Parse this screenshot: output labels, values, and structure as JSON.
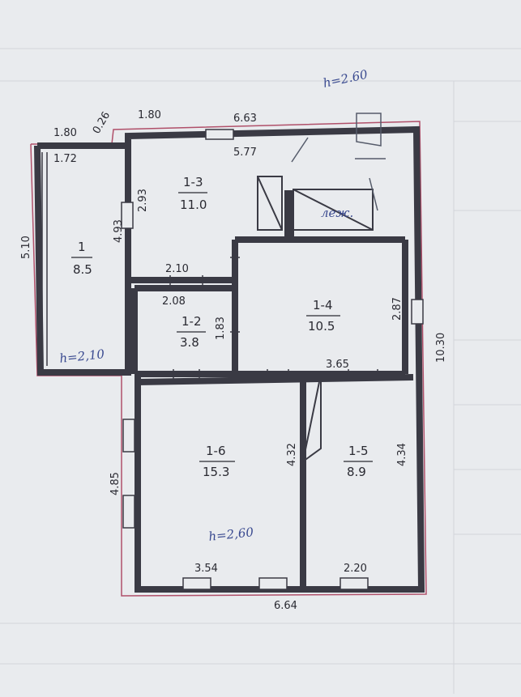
{
  "header_note": "h=2.60",
  "outer_dims": {
    "top_left_1": "1.80",
    "top_left_2": "0.26",
    "top_hand": "1.80",
    "top_right": "6.63",
    "left": "5.10",
    "right": "10.30",
    "bottom": "6.64",
    "left_lower": "4.85"
  },
  "rooms": [
    {
      "id": "1",
      "area": "8.5"
    },
    {
      "id": "1-2",
      "area": "3.8"
    },
    {
      "id": "1-3",
      "area": "11.0"
    },
    {
      "id": "1-4",
      "area": "10.5"
    },
    {
      "id": "1-5",
      "area": "8.9"
    },
    {
      "id": "1-6",
      "area": "15.3"
    }
  ],
  "inner_dims": {
    "r1_width": "1.72",
    "r1_height": "4.93",
    "r13_width": "5.77",
    "r13_height": "2.93",
    "r13_bottom": "2.10",
    "r12_width": "2.08",
    "r12_height": "1.83",
    "r14_height": "2.87",
    "r14_width": "3.65",
    "r16_height": "4.32",
    "r16_width": "3.54",
    "r15_height": "4.34",
    "r15_width": "2.20"
  },
  "labels": {
    "stove": "леж.",
    "h_room1": "h=2,10",
    "h_room6": "h=2,60"
  },
  "colors": {
    "wall": "#3a3a44",
    "outline": "#b0506a",
    "paper": "#e9ebee",
    "ink_blue": "#3a4a90"
  }
}
